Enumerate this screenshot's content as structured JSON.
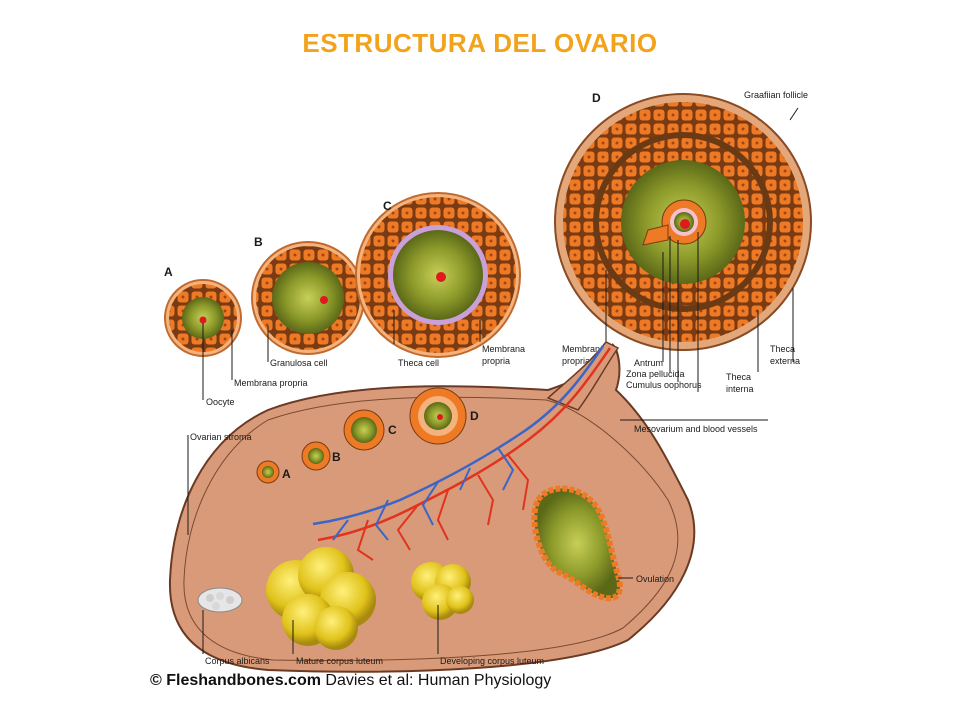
{
  "title": "ESTRUCTURA DEL OVARIO",
  "stages": [
    "A",
    "B",
    "C",
    "D"
  ],
  "labels": {
    "oocyte": "Oocyte",
    "membrana_propria_a": "Membrana propria",
    "granulosa_cell": "Granulosa cell",
    "theca_cell": "Theca cell",
    "membrana_c1": "Membrana",
    "membrana_c2": "propria",
    "membrana_d1": "Membrana",
    "membrana_d2": "propria",
    "antrum": "Antrum",
    "zona_pellucida": "Zona pellucida",
    "cumulus_oophorus": "Cumulus oophorus",
    "theca_interna1": "Theca",
    "theca_interna2": "interna",
    "theca_externa1": "Theca",
    "theca_externa2": "externa",
    "graafian_follicle": "Graafiian follicle",
    "mesovarium": "Mesovarium and blood vessels",
    "ovarian_stroma": "Ovarian stroma",
    "ovulation": "Ovulation",
    "corpus_albicans": "Corpus albicans",
    "mature_corpus_luteum": "Mature corpus luteum",
    "developing_corpus_luteum": "Developing corpus luteum"
  },
  "copyright": {
    "symbol": "©",
    "site": "Fleshandbones.com",
    "credit": "Davies et al: Human Physiology"
  },
  "colors": {
    "title": "#f2a31b",
    "granulosa": "#e8731f",
    "oocyte": "#7a8a1f",
    "stroma": "#d99a7a",
    "luteum": "#e0c21a",
    "artery": "#e0341f",
    "vein": "#3a66c8",
    "nucleus": "#e0191f"
  }
}
